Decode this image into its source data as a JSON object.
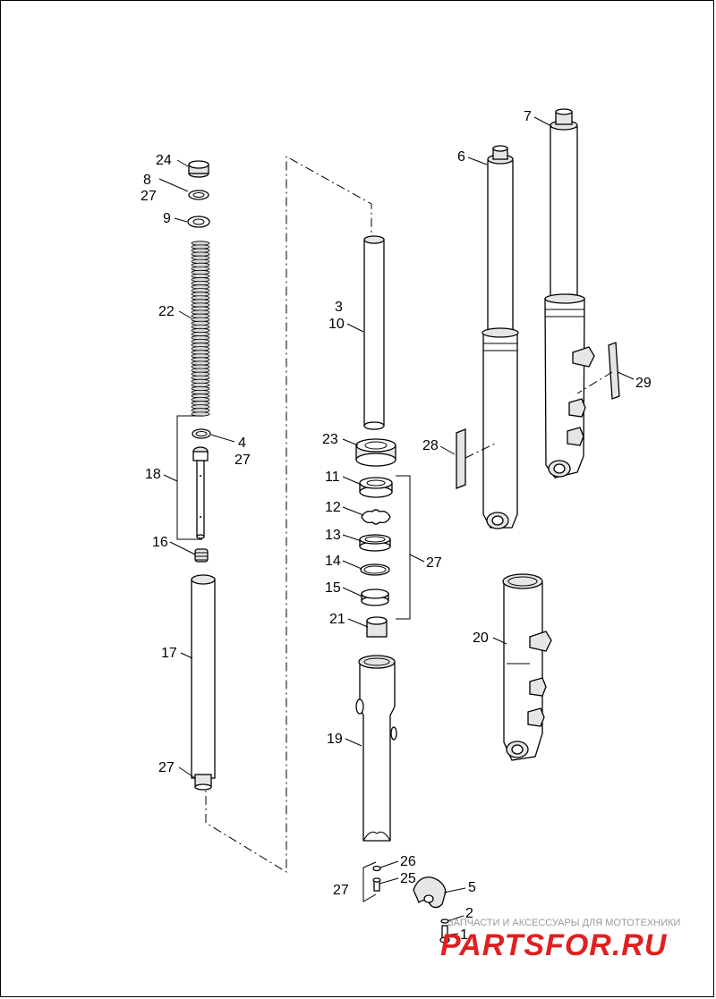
{
  "callouts": [
    {
      "id": "c24",
      "text": "24"
    },
    {
      "id": "c8",
      "text": "8"
    },
    {
      "id": "c27a",
      "text": "27"
    },
    {
      "id": "c9",
      "text": "9"
    },
    {
      "id": "c22",
      "text": "22"
    },
    {
      "id": "c4",
      "text": "4"
    },
    {
      "id": "c27b",
      "text": "27"
    },
    {
      "id": "c18",
      "text": "18"
    },
    {
      "id": "c16",
      "text": "16"
    },
    {
      "id": "c17",
      "text": "17"
    },
    {
      "id": "c27c",
      "text": "27"
    },
    {
      "id": "c3",
      "text": "3"
    },
    {
      "id": "c10",
      "text": "10"
    },
    {
      "id": "c23",
      "text": "23"
    },
    {
      "id": "c11",
      "text": "11"
    },
    {
      "id": "c12",
      "text": "12"
    },
    {
      "id": "c13",
      "text": "13"
    },
    {
      "id": "c14",
      "text": "14"
    },
    {
      "id": "c15",
      "text": "15"
    },
    {
      "id": "c27d",
      "text": "27"
    },
    {
      "id": "c21",
      "text": "21"
    },
    {
      "id": "c19",
      "text": "19"
    },
    {
      "id": "c26",
      "text": "26"
    },
    {
      "id": "c25",
      "text": "25"
    },
    {
      "id": "c27e",
      "text": "27"
    },
    {
      "id": "c5",
      "text": "5"
    },
    {
      "id": "c2",
      "text": "2"
    },
    {
      "id": "c1",
      "text": "1"
    },
    {
      "id": "c6",
      "text": "6"
    },
    {
      "id": "c7",
      "text": "7"
    },
    {
      "id": "c28",
      "text": "28"
    },
    {
      "id": "c29",
      "text": "29"
    },
    {
      "id": "c20",
      "text": "20"
    }
  ],
  "watermark": {
    "text": "ЗАПЧАСТИ И АКСЕССУАРЫ ДЛЯ МОТОТЕХНИКИ",
    "logo": "PARTSFOR.RU",
    "logo_color": "#e02020"
  }
}
